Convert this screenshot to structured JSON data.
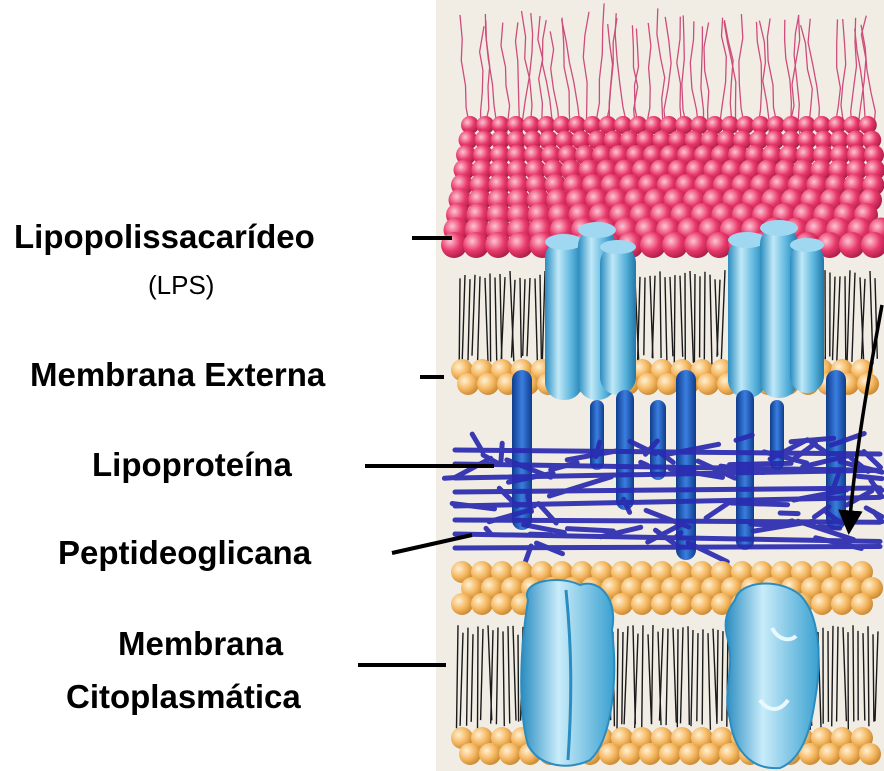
{
  "labels": {
    "lps": "Lipopolissacarídeo",
    "lps_abbrev": "(LPS)",
    "outer_membrane": "Membrana Externa",
    "lipoprotein": "Lipoproteína",
    "peptidoglycan": "Peptideoglicana",
    "cytoplasmic_membrane_line1": "Membrana",
    "cytoplasmic_membrane_line2": "Citoplasmática"
  },
  "colors": {
    "lps_heads": "#e8386a",
    "lps_chains": "#c8306a",
    "phospholipid_heads": "#f5b860",
    "lipid_tails": "#1a1a1a",
    "proteins": "#5ab4dc",
    "lipoprotein": "#1e5fc8",
    "peptidoglycan": "#2a2ab0",
    "panel_background": "#f1ede4"
  }
}
